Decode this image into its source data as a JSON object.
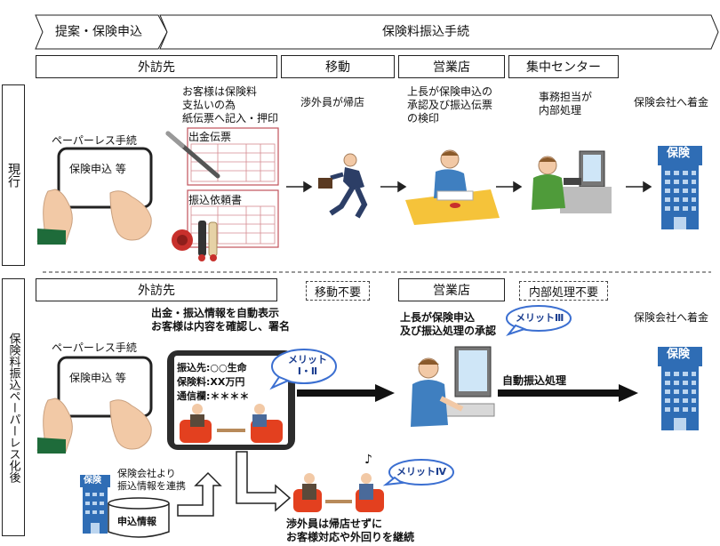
{
  "header": {
    "step1": "提案・保険申込",
    "step2": "保険料振込手続"
  },
  "columns": {
    "visit": "外訪先",
    "move": "移動",
    "branch": "営業店",
    "center": "集中センター"
  },
  "current": {
    "row_label": "現行",
    "paperless": "ペーパーレス手続",
    "tablet_text": "保険申込 等",
    "slip_note": "お客様は保険料\n支払いの為\n紙伝票へ記入・押印",
    "slip1": "出金伝票",
    "slip2": "振込依頼書",
    "return_note": "渉外員が帰店",
    "approval_note": "上長が保険申込の\n承認及び振込伝票\nの検印",
    "internal_note": "事務担当が\n内部処理",
    "arrival": "保険会社へ着金",
    "building_sign": "保険"
  },
  "after": {
    "row_label": "保険料振込ペーパーレス化後",
    "visit": "外訪先",
    "no_move": "移動不要",
    "branch": "営業店",
    "no_internal": "内部処理不要",
    "paperless": "ペーパーレス手続",
    "tablet_text": "保険申込 等",
    "auto_display": "出金・振込情報を自動表示\nお客様は内容を確認し、署名",
    "screen_line1": "振込先:○○生命",
    "screen_line2": "保険料:XX万円",
    "screen_line3": "通信欄:＊＊＊＊",
    "merit12": "メリット\nⅠ・Ⅱ",
    "approval": "上長が保険申込\n及び振込処理の承認",
    "merit3": "メリットⅢ",
    "auto_transfer": "自動振込処理",
    "arrival": "保険会社へ着金",
    "building_sign": "保険",
    "link_note": "保険会社より\n振込情報を連携",
    "db_label": "申込情報",
    "merit4": "メリットⅣ",
    "footer_note": "渉外員は帰店せずに\nお客様対応や外回りを継続",
    "music_note": "♪"
  },
  "colors": {
    "building": "#2f6db5",
    "window": "#bcd5ef",
    "skin": "#f2c9a6",
    "sleeve": "#1e6b3a",
    "stamp_red": "#c8302c",
    "sofa": "#e3401f",
    "bubble_border": "#3b6fd1",
    "merit_text": "#1a3d8f"
  }
}
